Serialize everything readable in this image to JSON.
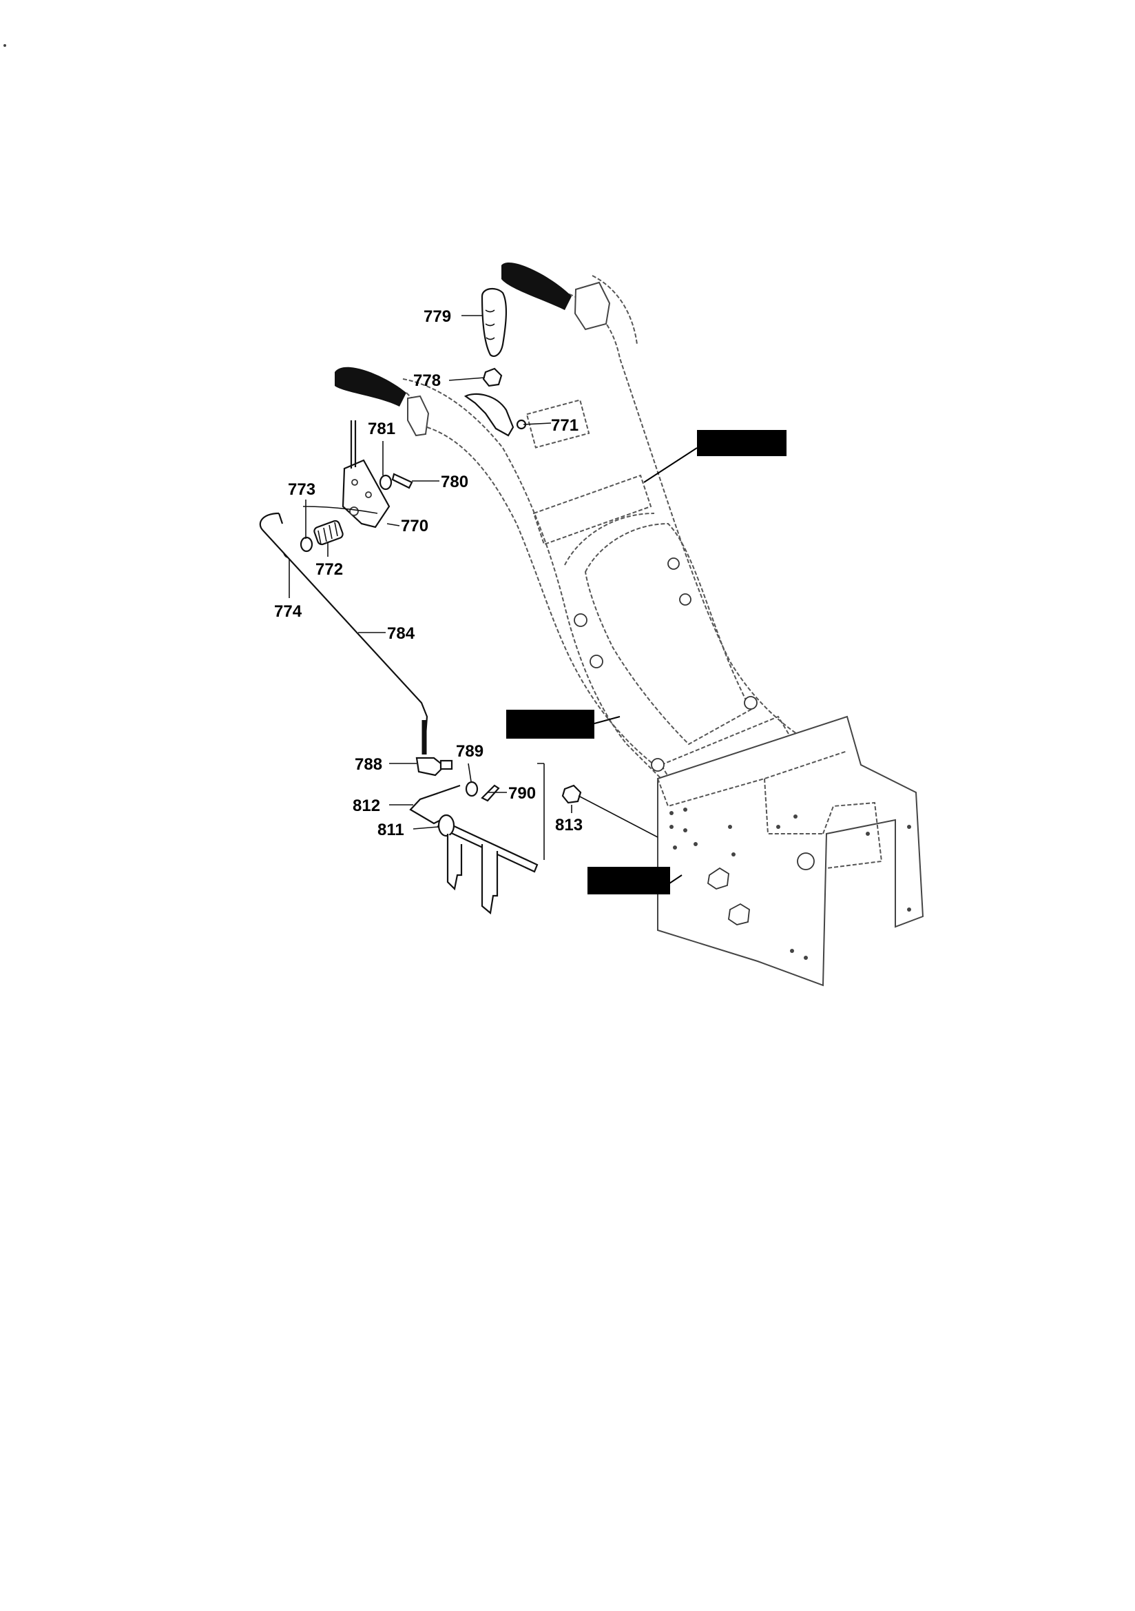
{
  "diagram": {
    "parts": [
      {
        "id": "p770",
        "label": "770"
      },
      {
        "id": "p771",
        "label": "771"
      },
      {
        "id": "p772",
        "label": "772"
      },
      {
        "id": "p773",
        "label": "773"
      },
      {
        "id": "p774",
        "label": "774"
      },
      {
        "id": "p778",
        "label": "778"
      },
      {
        "id": "p779",
        "label": "779"
      },
      {
        "id": "p780",
        "label": "780"
      },
      {
        "id": "p781",
        "label": "781"
      },
      {
        "id": "p784",
        "label": "784"
      },
      {
        "id": "p788",
        "label": "788"
      },
      {
        "id": "p789",
        "label": "789"
      },
      {
        "id": "p790",
        "label": "790"
      },
      {
        "id": "p811",
        "label": "811"
      },
      {
        "id": "p812",
        "label": "812"
      },
      {
        "id": "p813",
        "label": "813"
      }
    ],
    "reference_boxes": [
      {
        "id": "ref-upper"
      },
      {
        "id": "ref-middle"
      },
      {
        "id": "ref-lower"
      }
    ]
  }
}
